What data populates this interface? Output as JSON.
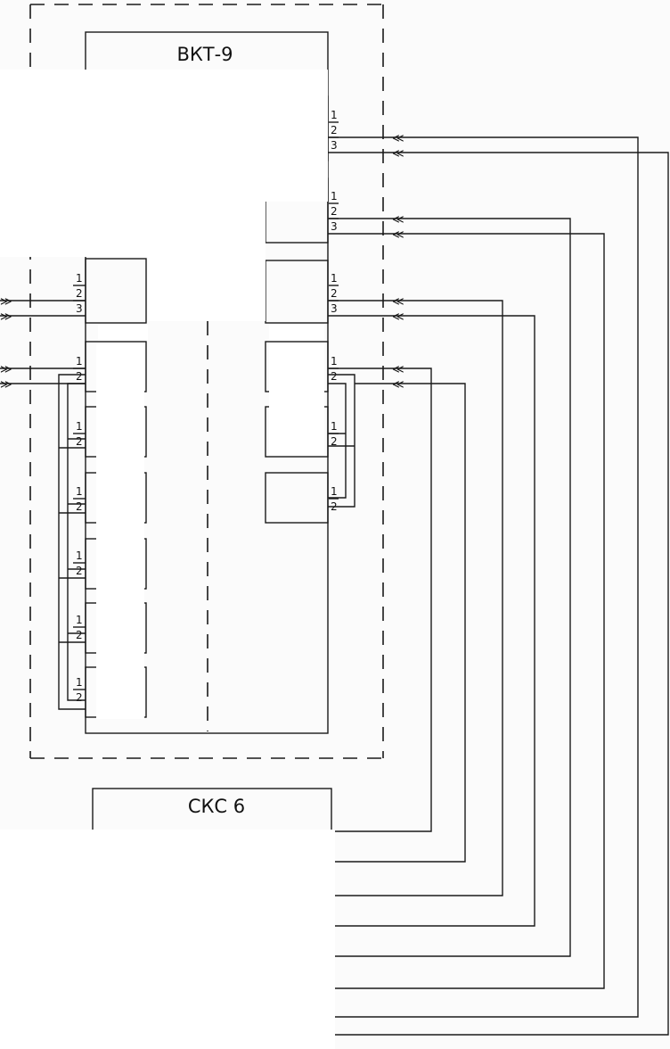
{
  "diagram": {
    "block_top_label": "ВКТ-9",
    "block_bottom_label": "СКС 6",
    "pin_1": "1",
    "pin_2": "2",
    "pin_3": "3",
    "arrow_glyph": "≪",
    "arrow_glyph_right": "≫"
  }
}
